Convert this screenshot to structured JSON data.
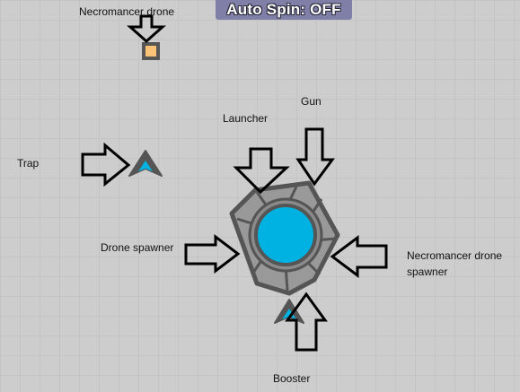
{
  "hud": {
    "auto_spin": "Auto Spin: OFF"
  },
  "labels": {
    "necromancer_drone": "Necromancer drone",
    "gun": "Gun",
    "launcher": "Launcher",
    "trap": "Trap",
    "drone_spawner": "Drone spawner",
    "necromancer_spawner_line1": "Necromancer drone",
    "necromancer_spawner_line2": "spawner",
    "booster": "Booster"
  },
  "colors": {
    "background": "#cdcdcd",
    "grid_line": "#c4c4c4",
    "tank_body": "#00b2e1",
    "tank_body_outline": "#555555",
    "barrel": "#999999",
    "barrel_outline": "#555555",
    "drone_square": "#fcc376",
    "trap_teal": "#00b2e1",
    "hud_badge": "#7f7fa8"
  }
}
